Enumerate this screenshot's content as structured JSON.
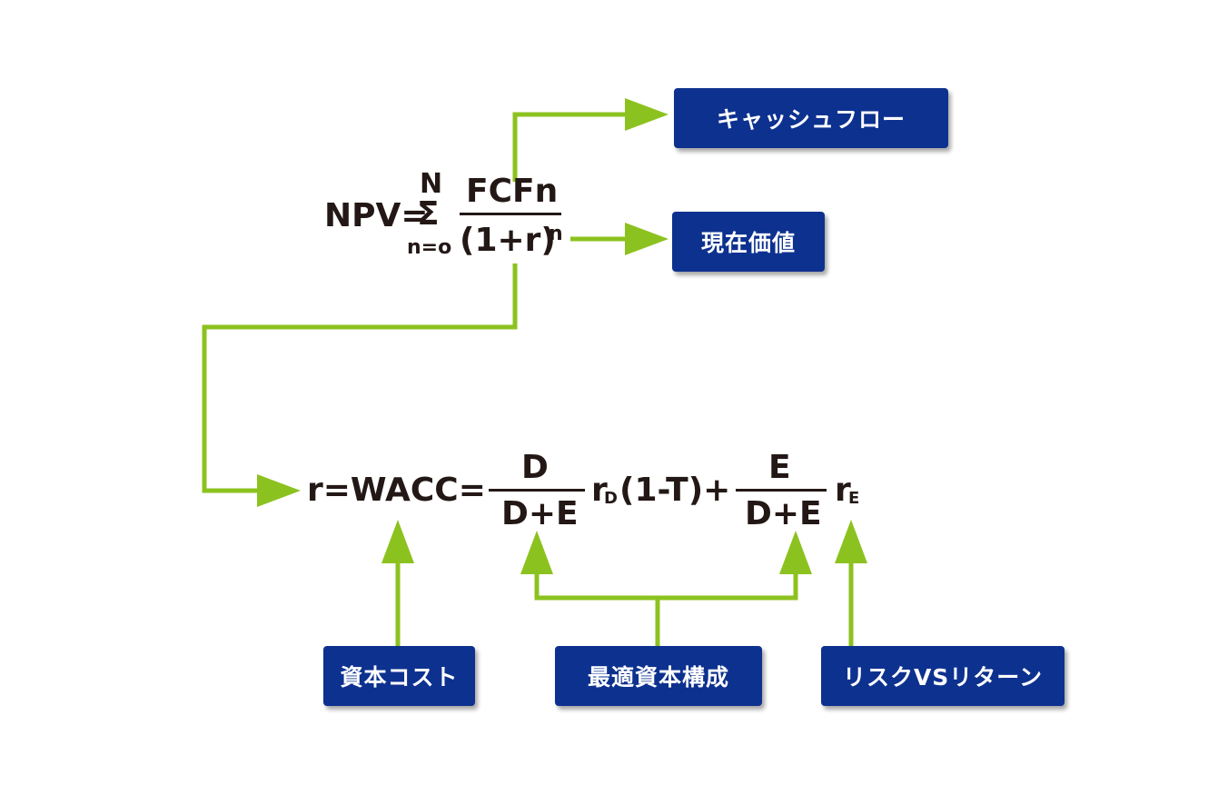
{
  "colors": {
    "box_bg": "#0d318f",
    "box_text": "#ffffff",
    "connector": "#8cc21f",
    "formula": "#231815"
  },
  "boxes": {
    "cash_flow": "キャッシュフロー",
    "present_value": "現在価値",
    "cost_of_capital": "資本コスト",
    "optimal_structure": "最適資本構成",
    "risk_return": "リスクVSリターン"
  },
  "npv": {
    "lhs": "NPV=",
    "sigma": "Σ",
    "upper": "N",
    "lower": "n=o",
    "numerator": "FCFn",
    "denominator": "(1+r)",
    "exponent": "n"
  },
  "wacc": {
    "lhs": "r=WACC=",
    "frac1_num": "D",
    "frac1_den": "D+E",
    "rd": "r",
    "rd_sub": "D",
    "mid": "(1-T)+",
    "frac2_num": "E",
    "frac2_den": "D+E",
    "re": "r",
    "re_sub": "E"
  }
}
